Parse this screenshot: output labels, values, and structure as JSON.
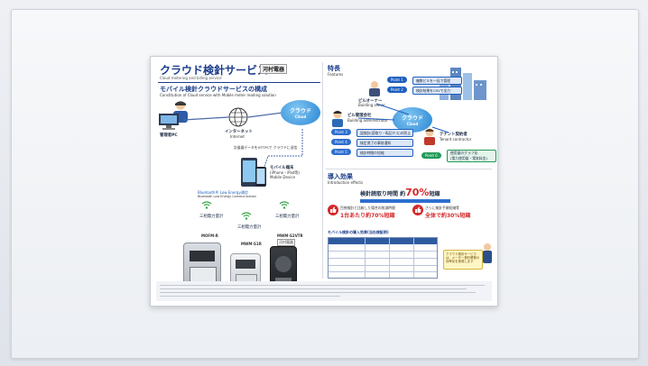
{
  "header": {
    "title": "クラウド検針サービス",
    "subtitle": "Cloud metering and billing service",
    "maker": "河村電器"
  },
  "left": {
    "section_title": "モバイル検針クラウドサービスの構成",
    "section_subtitle": "Constitution of Cloud service with Mobile meter reading solution",
    "admin_pc": "管理者PC",
    "internet": "インターネット",
    "internet_en": "Internet",
    "cloud": "クラウド",
    "cloud_en": "Cloud",
    "mobile": "モバイル端末",
    "mobile_sub": "(iPhone・iPad等)",
    "mobile_en": "Mobile Device",
    "transfer_note": "計量器データをHTTPSで クラウドに送信",
    "bluetooth": "Bluetooth® Low Energy通信",
    "bluetooth_en": "Bluetooth Low Energy Communication",
    "meter1_name": "三相電力量計",
    "meter1_model": "MOFM-R",
    "meter2_name": "三相電力量計",
    "meter2_model": "MWM-S1R",
    "meter3_name": "三相電力量計",
    "meter3_model": "MWM-S2VTR",
    "meter3_maker": "河村電器"
  },
  "right": {
    "features_title": "特長",
    "features_en": "Features",
    "owner": "ビルオーナー",
    "owner_en": "Building owner",
    "manager": "ビル管理会社",
    "manager_en": "Building administrator",
    "tenant": "テナント契約者",
    "tenant_en": "Tenant contractor",
    "cloud": "クラウド",
    "cloud_en": "Cloud",
    "points": [
      {
        "label": "Point 1",
        "text": "複数ビルを一括で管理"
      },
      {
        "label": "Point 2",
        "text": "検針結果をCSVで出力"
      },
      {
        "label": "Point 3",
        "text": "誤検針(読取り・転記ミス)の防止"
      },
      {
        "label": "Point 4",
        "text": "検定満了の事前通知"
      },
      {
        "label": "Point 5",
        "text": "検針時間の短縮"
      },
      {
        "label": "Point 6",
        "text": "使用量のグラフ化"
      }
    ],
    "point6_sub": "(電力使用量・電気料金)",
    "effects_title": "導入効果",
    "effects_en": "Introduction effects",
    "headline_pre": "検針読取り時間 約",
    "headline_pct": "70%",
    "headline_post": "短縮",
    "effect1_title": "目視検針と比較した場合の削減時間",
    "effect1_value": "1台あたり約70%短縮",
    "effect2_title": "さらに検針手順短縮等",
    "effect2_value": "全体で約30%短縮",
    "table_title": "モバイル検針の導入効果(当社検証例)",
    "memo": "クラウド検針サービスは、メーター検針業務の効率化を実現します"
  },
  "colors": {
    "brand": "#1a3c8a",
    "point": "#1f5fbf",
    "cloud": "#2a86d3",
    "accent": "#d4282a",
    "green": "#1f9a56"
  }
}
